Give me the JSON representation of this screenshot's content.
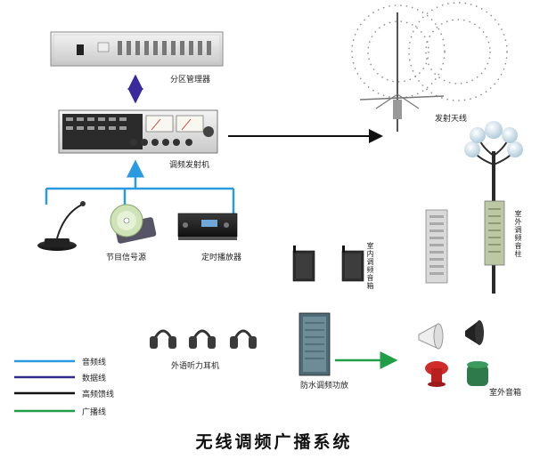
{
  "title": "无线调频广播系统",
  "labels": {
    "zone_manager": "分区管理器",
    "fm_transmitter": "调频发射机",
    "antenna": "发射天线",
    "program_source": "节目信号源",
    "timed_player": "定时播放器",
    "indoor_receiver": "室内调频音箱",
    "outdoor_column": "室外调频音柱",
    "headphones": "外语听力耳机",
    "waterproof_receiver": "防水调频功放",
    "outdoor_speakers": "室外音箱"
  },
  "legend": [
    {
      "label": "音频线",
      "color": "#2b9be0"
    },
    {
      "label": "数据线",
      "color": "#2e2a8c"
    },
    {
      "label": "高频馈线",
      "color": "#111111"
    },
    {
      "label": "广播线",
      "color": "#1f9e47"
    }
  ]
}
